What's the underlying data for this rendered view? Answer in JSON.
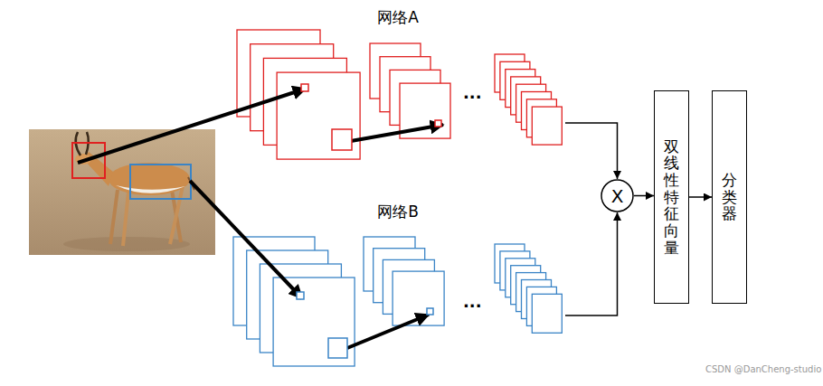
{
  "diagram": {
    "nodes": [
      {
        "text": [
          "网络A"
        ]
      },
      {
        "text": [
          "网络B"
        ]
      },
      {
        "text": [
          "X"
        ]
      },
      {
        "text": [
          "双线性特征向量"
        ]
      },
      {
        "text": [
          "分类器"
        ]
      }
    ],
    "edges": [
      {
        "from": 0,
        "to": 2,
        "arrow": "to"
      },
      {
        "from": 1,
        "to": 2,
        "arrow": "to"
      },
      {
        "from": 2,
        "to": 3,
        "arrow": "to"
      },
      {
        "from": 3,
        "to": 4,
        "arrow": "to"
      }
    ],
    "labels": [
      "...",
      "...",
      "CSDN @DanCheng-studio"
    ]
  }
}
